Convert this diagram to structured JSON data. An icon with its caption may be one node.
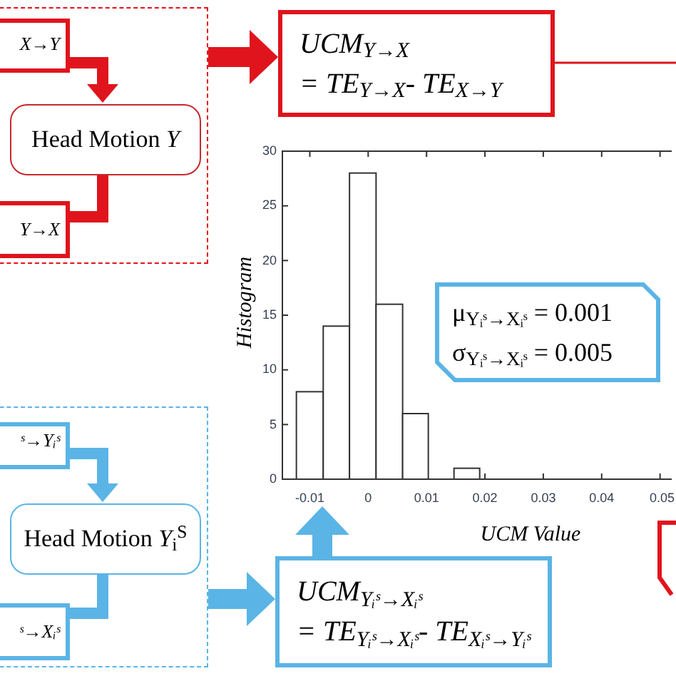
{
  "diagram": {
    "nodes": [
      {
        "text": [],
        "shape": "box"
      },
      {
        "text": [
          "X→Y"
        ],
        "in": 0
      },
      {
        "text": [
          "Head Motion *Y*"
        ],
        "in": 0
      },
      {
        "text": [
          "Y→X"
        ],
        "in": 0
      },
      {
        "text": [
          "UCM$_{Y→X}$",
          "= TE$_{Y→X}$- TE$_{X→Y}$"
        ]
      },
      {
        "text": [
          "μ$_{Yᵢˢ→Xᵢˢ}$ = 0.001",
          "σ$_{Yᵢˢ→Xᵢˢ}$ = 0.005"
        ],
        "in": 12
      },
      {
        "text": [],
        "shape": "box"
      },
      {
        "text": [
          "ˢ→Yᵢˢ"
        ],
        "in": 6
      },
      {
        "text": [
          "Head Motion *Y*$_{i}$$^{S}$"
        ],
        "in": 6
      },
      {
        "text": [
          "ˢ→Xᵢˢ"
        ],
        "in": 6
      },
      {
        "text": [
          "UCM$_{Yᵢˢ→Xᵢˢ}$",
          "= TE$_{Yᵢˢ→Xᵢˢ}$- TE$_{Xᵢˢ→Yᵢˢ}$"
        ]
      },
      {
        "text": [],
        "shape": "box"
      },
      {
        "text": [],
        "shape": "picture"
      }
    ],
    "edges": [
      {
        "from": 1,
        "to": 2,
        "arrow": "to",
        "color": "#e0141c"
      },
      {
        "from": 2,
        "to": 3,
        "arrow": "none",
        "color": "#e0141c"
      },
      {
        "from": 0,
        "to": 4,
        "arrow": "to",
        "color": "#e0141c"
      },
      {
        "from": 4,
        "to": null,
        "arrow": "none",
        "color": "#e0141c"
      },
      {
        "from": 7,
        "to": 8,
        "arrow": "to",
        "color": "#5ab4e5"
      },
      {
        "from": 8,
        "to": 9,
        "arrow": "none",
        "color": "#5ab4e5"
      },
      {
        "from": 6,
        "to": 10,
        "arrow": "to",
        "color": "#5ab4e5"
      },
      {
        "from": 10,
        "to": 12,
        "arrow": "to",
        "color": "#5ab4e5"
      }
    ],
    "chart_data": {
      "type": "bar",
      "xlabel": "UCM Value",
      "ylabel": "Histogram",
      "x": [
        -0.01,
        -0.0054,
        -0.001,
        0.0037,
        0.0081,
        0.0125,
        0.0169
      ],
      "values": [
        8,
        14,
        28,
        16,
        6,
        0,
        1
      ],
      "xlim": [
        -0.0147,
        0.052
      ],
      "ylim": [
        0,
        30
      ],
      "xticks": [
        -0.01,
        0,
        0.01,
        0.02,
        0.03,
        0.04,
        0.05
      ],
      "yticks": [
        0,
        5,
        10,
        15,
        20,
        25,
        30
      ]
    }
  }
}
